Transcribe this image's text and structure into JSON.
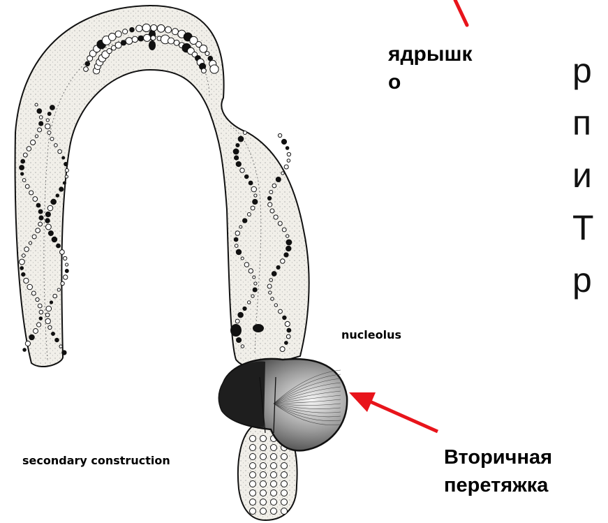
{
  "labels": {
    "nucleolus_ru_line1": "ядрышк",
    "nucleolus_ru_line2": "о",
    "nucleolus_en": "nucleolus",
    "secondary_en": "secondary construction",
    "secondary_ru_line1": "Вторичная",
    "secondary_ru_line2": "перетяжка"
  },
  "cutoff_text": [
    "р",
    "п",
    "и",
    "Т",
    "р"
  ],
  "colors": {
    "arrow": "#e8141b",
    "outline": "#111111",
    "chromosome_fill": "#f1efe9",
    "nucleolus_fill": "#2b2b2b"
  }
}
